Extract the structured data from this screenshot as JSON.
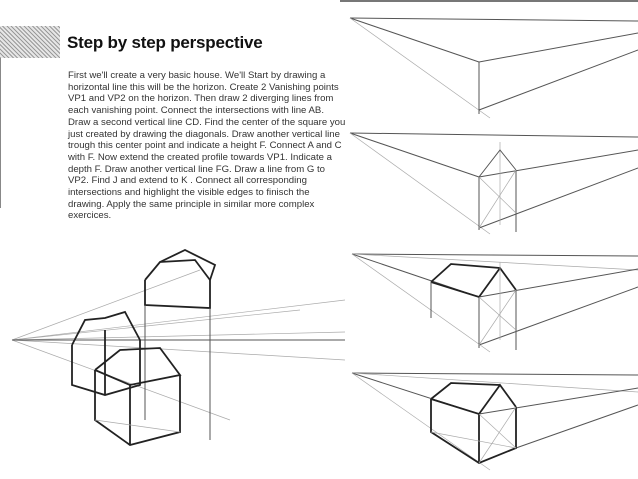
{
  "slide": {
    "title": "Step by step perspective",
    "body": "First we'll create a very basic house. We'll Start by drawing a horizontal line this will be the horizon. Create 2 Vanishing points VP1 and VP2 on the horizon. Then draw 2 diverging lines from each vanishing point. Connect the intersections with line AB. Draw a second vertical line CD. Find the center of the square you just created by drawing the diagonals. Draw another vertical line trough this center point and indicate a height F. Connect A and C with F. Now extend the created profile towards VP1. Indicate a depth F. Draw another vertical line FG. Draw a line from G to VP2. Find J and extend to K . Connect all corresponding intersections and highlight the visible edges to finisch the drawing. Apply the same principle in similar more complex exercices."
  },
  "illustrations": [
    "perspective-sketch-houses",
    "step-1",
    "step-2",
    "step-3",
    "step-4"
  ]
}
